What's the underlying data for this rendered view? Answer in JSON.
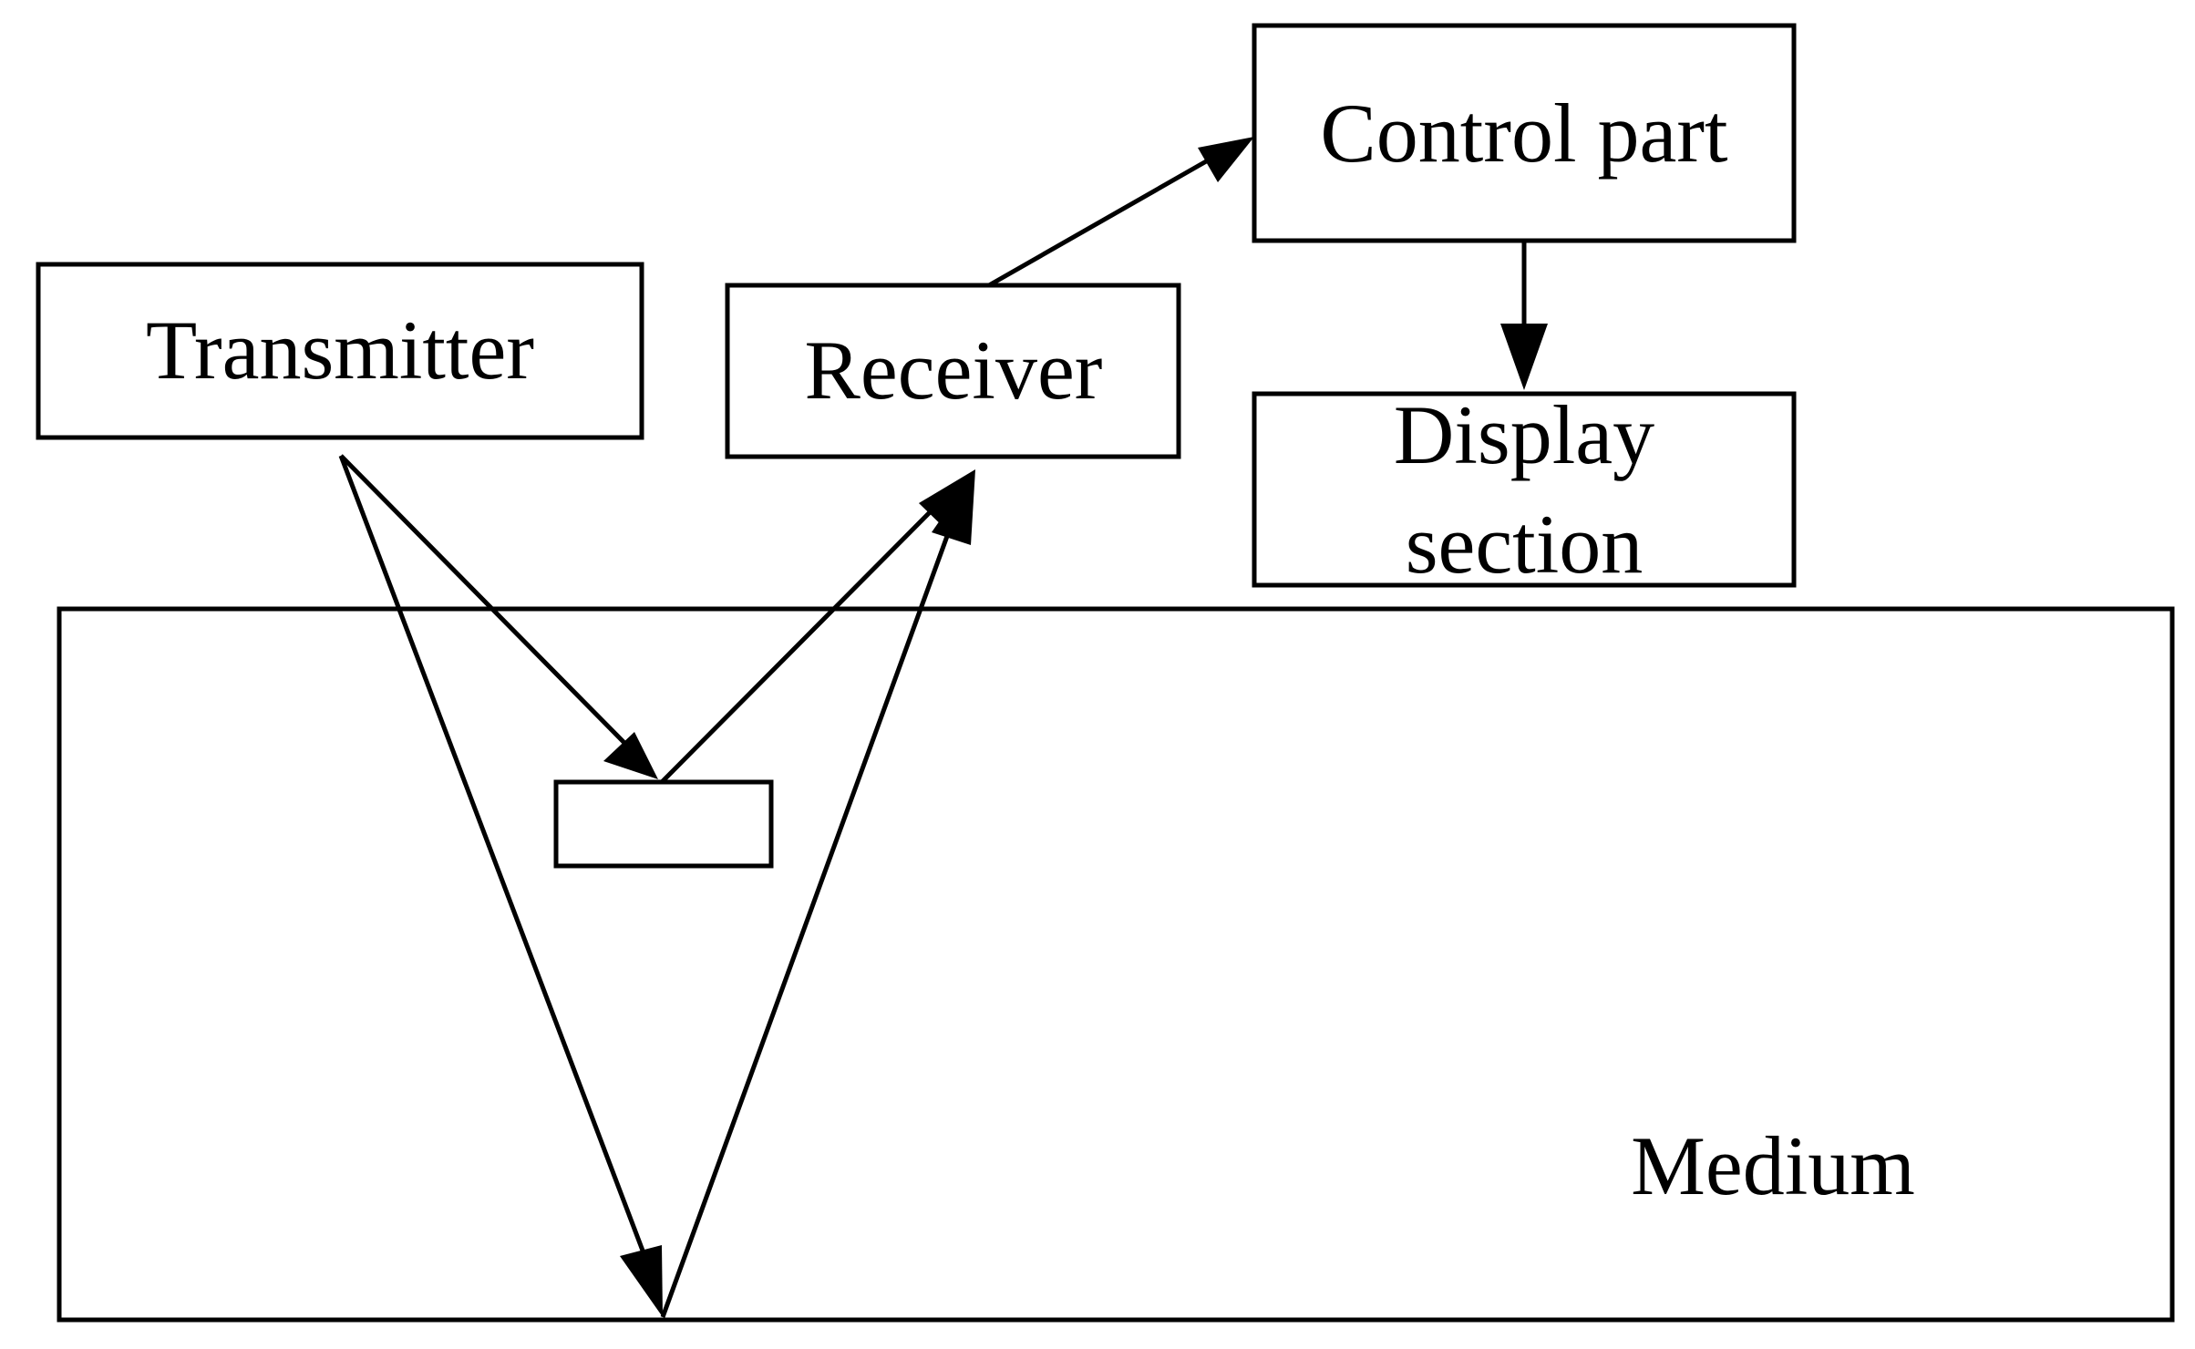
{
  "diagram": {
    "nodes": {
      "transmitter": "Transmitter",
      "receiver": "Receiver",
      "control": "Control part",
      "display_line1": "Display",
      "display_line2": "section",
      "medium": "Medium"
    },
    "colors": {
      "stroke": "#000000",
      "fill": "#ffffff"
    }
  }
}
